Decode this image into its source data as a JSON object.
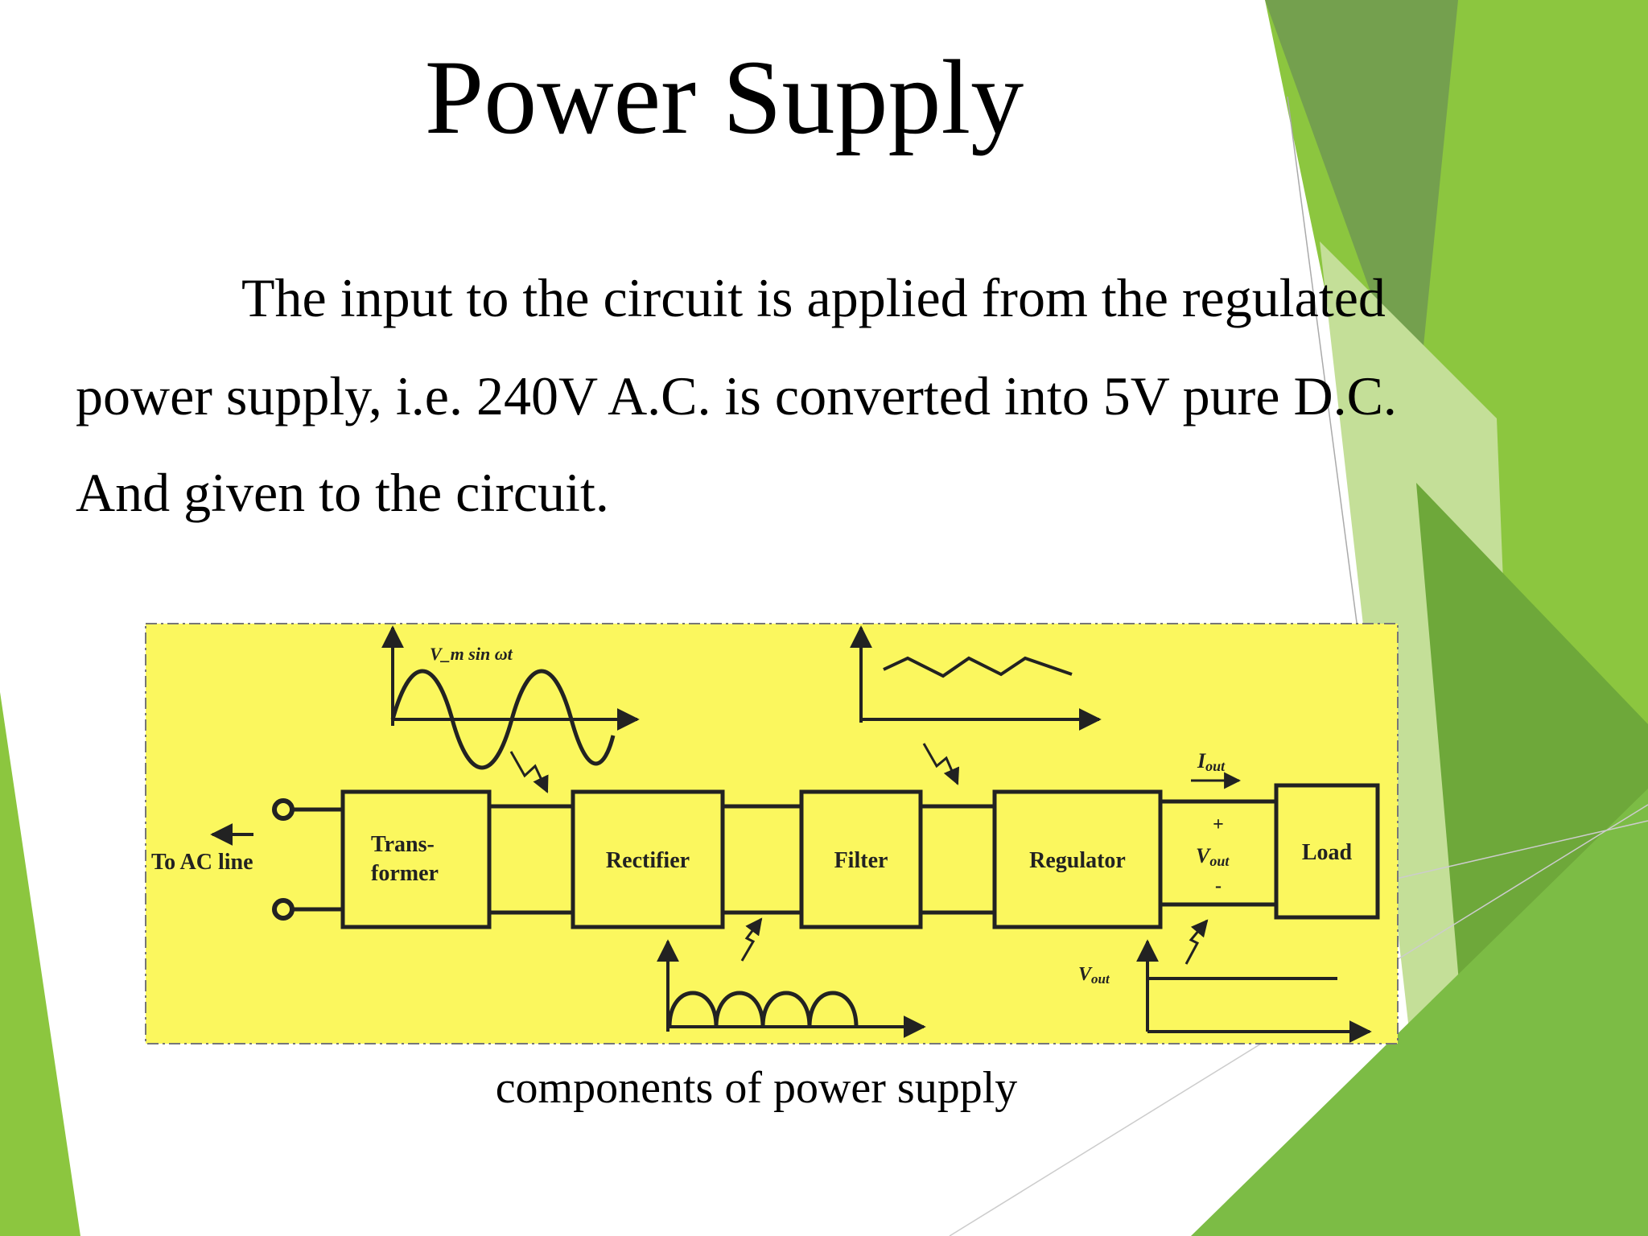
{
  "slide": {
    "title": "Power Supply",
    "body_lines": [
      "The input to the circuit is applied from the regulated",
      "power supply, i.e. 240V A.C. is converted into 5V pure D.C.",
      "And given to the circuit."
    ],
    "caption": "components of power supply"
  },
  "diagram": {
    "background_color": "#fbf75e",
    "input_label": "To AC line",
    "blocks": [
      "Trans-",
      "former",
      "Rectifier",
      "Filter",
      "Regulator",
      "Load"
    ],
    "sine_label": "V_m sin ωt",
    "vout_label": "V",
    "vout_sub": "out",
    "iout_label": "I",
    "iout_sub": "out",
    "plus": "+",
    "minus": "-"
  },
  "colors": {
    "accent_green": "#8cc63f",
    "dark_green": "#5a9e2e",
    "light_green": "#c9e39a"
  }
}
